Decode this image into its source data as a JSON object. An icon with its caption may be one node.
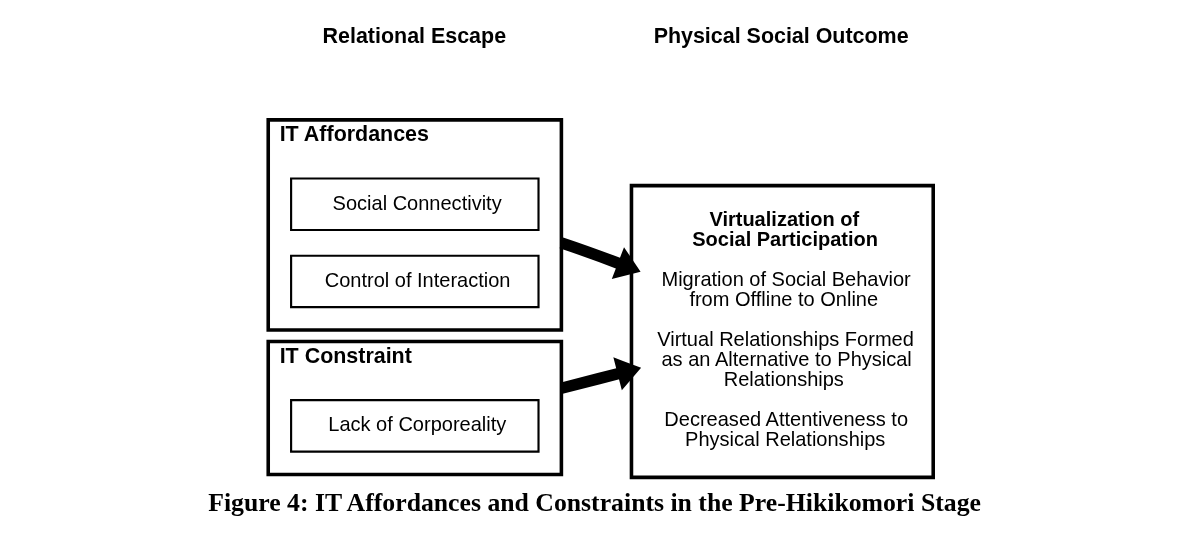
{
  "diagram": {
    "caption": "Figure 4: IT Affordances and Constraints in the Pre-Hikikomori Stage",
    "nodes": [
      {
        "text": [
          "IT Affordances"
        ]
      },
      {
        "text": [
          "Social Connectivity"
        ],
        "in": 0
      },
      {
        "text": [
          "Control of Interaction"
        ],
        "in": 0
      },
      {
        "text": [
          "IT Constraint"
        ]
      },
      {
        "text": [
          "Lack of Corporeality"
        ],
        "in": 3
      },
      {
        "text": [
          "Virtualization of Social Participation",
          "Migration of Social Behavior from Offline to Online",
          "Virtual Relationships Formed as an Alternative to Physical Relationships",
          "Decreased Attentiveness to Physical Relationships"
        ]
      }
    ],
    "edges": [
      {
        "from": 0,
        "to": 5,
        "arrow": "to"
      },
      {
        "from": 3,
        "to": 5,
        "arrow": "to"
      }
    ],
    "labels": [
      "Relational Escape",
      "Physical Social Outcome"
    ]
  }
}
